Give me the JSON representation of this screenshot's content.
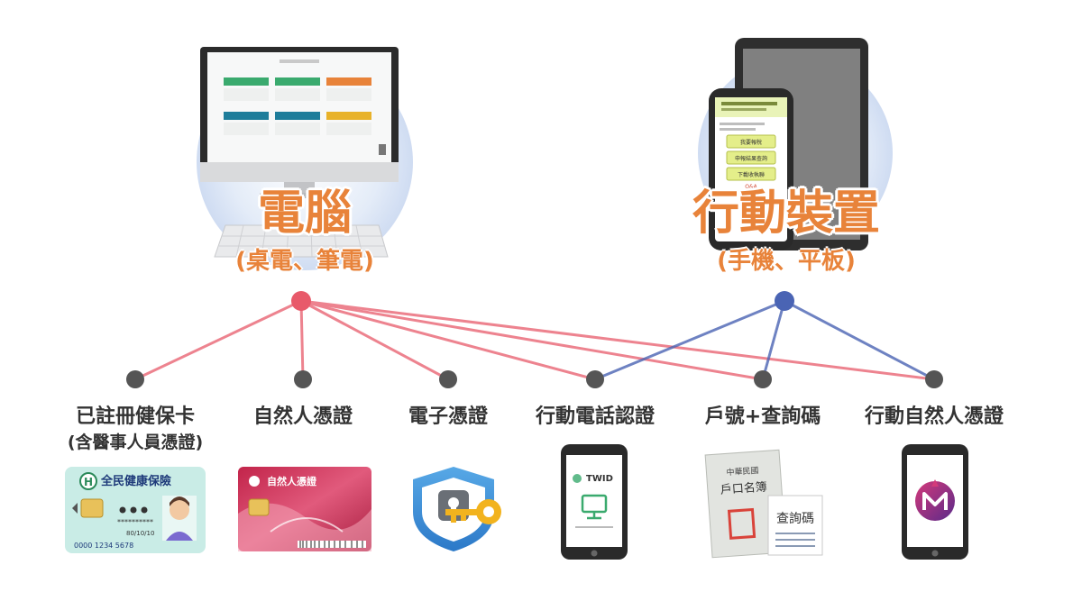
{
  "devices": {
    "computer": {
      "title": "電腦",
      "subtitle": "(桌電、筆電)"
    },
    "mobile": {
      "title": "行動裝置",
      "subtitle": "(手機、平板)"
    }
  },
  "methods": [
    {
      "label": "已註冊健保卡",
      "sublabel": "(含醫事人員憑證)"
    },
    {
      "label": "自然人憑證"
    },
    {
      "label": "電子憑證"
    },
    {
      "label": "行動電話認證"
    },
    {
      "label": "戶號+查詢碼"
    },
    {
      "label": "行動自然人憑證"
    }
  ],
  "screens": {
    "phone_menu": [
      "我要報稅",
      "申報結果查詢",
      "下載收執聯"
    ],
    "phone_qa": "Q&A"
  },
  "cards": {
    "health": {
      "title": "全民健康保險",
      "number": "0000 1234 5678",
      "date": "80/10/10"
    },
    "citizen": {
      "title": "自然人憑證"
    },
    "twid": {
      "text": "TWID"
    },
    "household": {
      "header": "中華民國",
      "title": "戶口名簿",
      "code": "查詢碼"
    }
  },
  "colors": {
    "orange": "#e8833a",
    "red": "#e85a6a",
    "blue": "#4a64b4",
    "grey": "#555555"
  }
}
